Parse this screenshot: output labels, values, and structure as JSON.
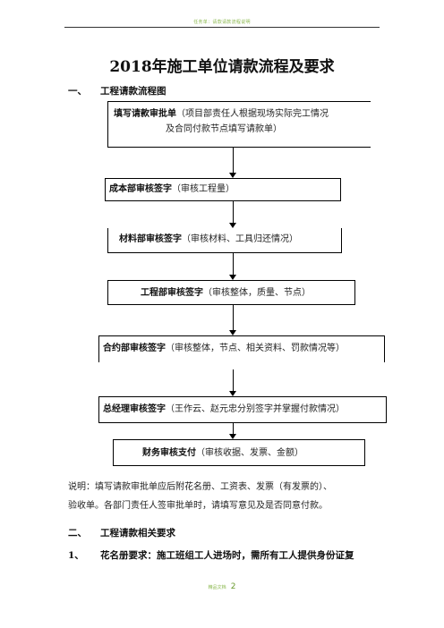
{
  "header": {
    "text": "任务单：请款请款流程说明"
  },
  "document": {
    "title": "2018年施工单位请款流程及要求",
    "section1": {
      "num": "一、",
      "label": "工程请款流程图"
    },
    "steps": [
      {
        "title": "填写请款审批单",
        "desc": "（项目部责任人根据现场实际完工情况",
        "desc2": "及合同付款节点填写请款单）"
      },
      {
        "title": "成本部审核签字",
        "desc": "（审核工程量）"
      },
      {
        "title": "材料部审核签字",
        "desc": "（审核材料、工具归还情况）"
      },
      {
        "title": "工程部审核签字",
        "desc": "（审核整体，质量、节点）"
      },
      {
        "title": "合约部审核签字",
        "desc": "（审核整体，节点、相关资料、罚款情况等）"
      },
      {
        "title": "总经理审核签字",
        "desc": "（王作云、赵元忠分别签字并掌握付款情况）"
      },
      {
        "title": "财务审核支付",
        "desc": "（审核收据、发票、金额）"
      }
    ],
    "note_line1": "说明：填写请款审批单应后附花名册、工资表、发票（有发票的）、",
    "note_line2": "验收单。各部门责任人签审批单时，请填写意见及是否同意付款。",
    "section2": {
      "num": "二、",
      "label": "工程请款相关要求"
    },
    "item1": {
      "num": "1、",
      "text": "花名册要求：施工班组工人进场时，需所有工人提供身份证复"
    }
  },
  "footer": {
    "small": "精品文档",
    "page": "2"
  }
}
